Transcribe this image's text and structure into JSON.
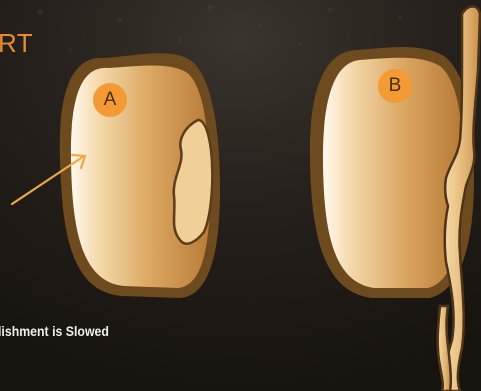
{
  "title_fragment": "RT",
  "caption_fragment": "lishment is Slowed",
  "seed_a": {
    "label": "A"
  },
  "seed_b": {
    "label": "B"
  },
  "colors": {
    "background": "#1c1814",
    "title": "#e88a2e",
    "badge": "#f39a34",
    "arrow": "#f0a843",
    "seed_coat": "#6e4a1f",
    "seed_body": "#d9a560",
    "radicle": "#e2b87a"
  }
}
